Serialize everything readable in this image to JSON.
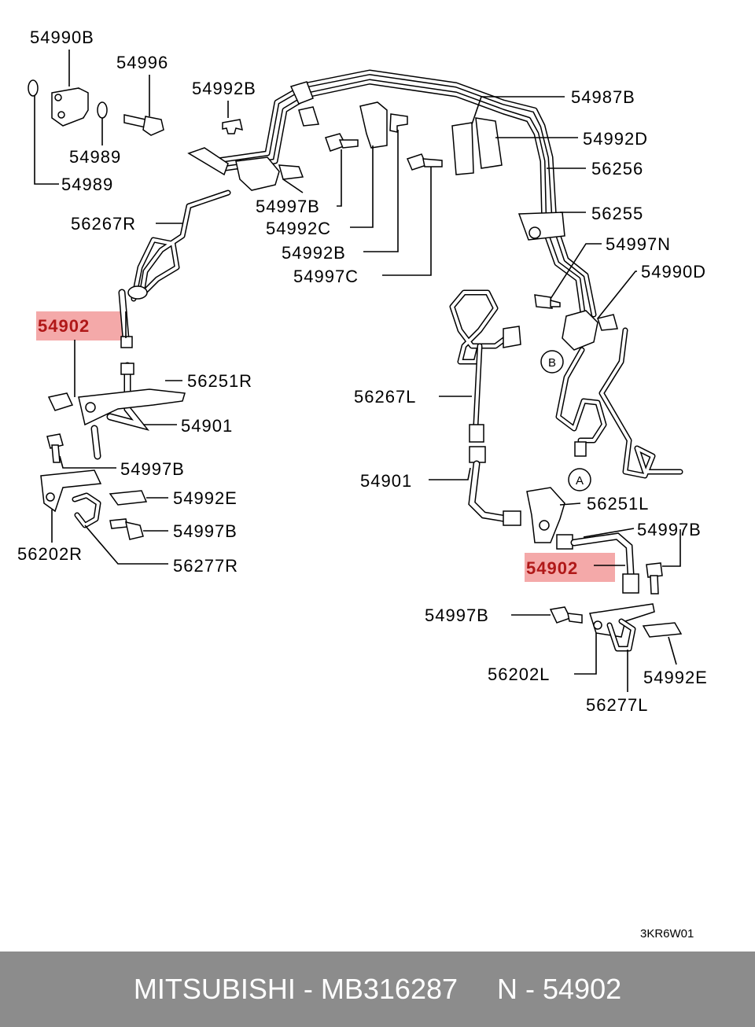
{
  "diagram": {
    "labels": {
      "p54990B": "54990B",
      "p54996": "54996",
      "p54989a": "54989",
      "p54989b": "54989",
      "p54992B_top": "54992B",
      "p54987B": "54987B",
      "p54992D": "54992D",
      "p56256": "56256",
      "p56255": "56255",
      "p56267R": "56267R",
      "p54997B_top": "54997B",
      "p54992C": "54992C",
      "p54992B_mid": "54992B",
      "p54997C": "54997C",
      "p54997N": "54997N",
      "p54990D": "54990D",
      "p54902_left": "54902",
      "p56251R": "56251R",
      "p54901_left": "54901",
      "p54997B_l1": "54997B",
      "p54992E_left": "54992E",
      "p54997B_l2": "54997B",
      "p56202R": "56202R",
      "p56277R": "56277R",
      "p56267L": "56267L",
      "p54901_right": "54901",
      "p56251L": "56251L",
      "p54997B_r1": "54997B",
      "p54902_right": "54902",
      "p54997B_r2": "54997B",
      "p56202L": "56202L",
      "p54992E_right": "54992E",
      "p56277L": "56277L",
      "circle_B": "B",
      "circle_A": "A",
      "code": "3KR6W01"
    },
    "highlight_color": "#f29a9a"
  },
  "footer": {
    "text": "MITSUBISHI - MB316287     N - 54902",
    "background": "#8c8c8c"
  }
}
